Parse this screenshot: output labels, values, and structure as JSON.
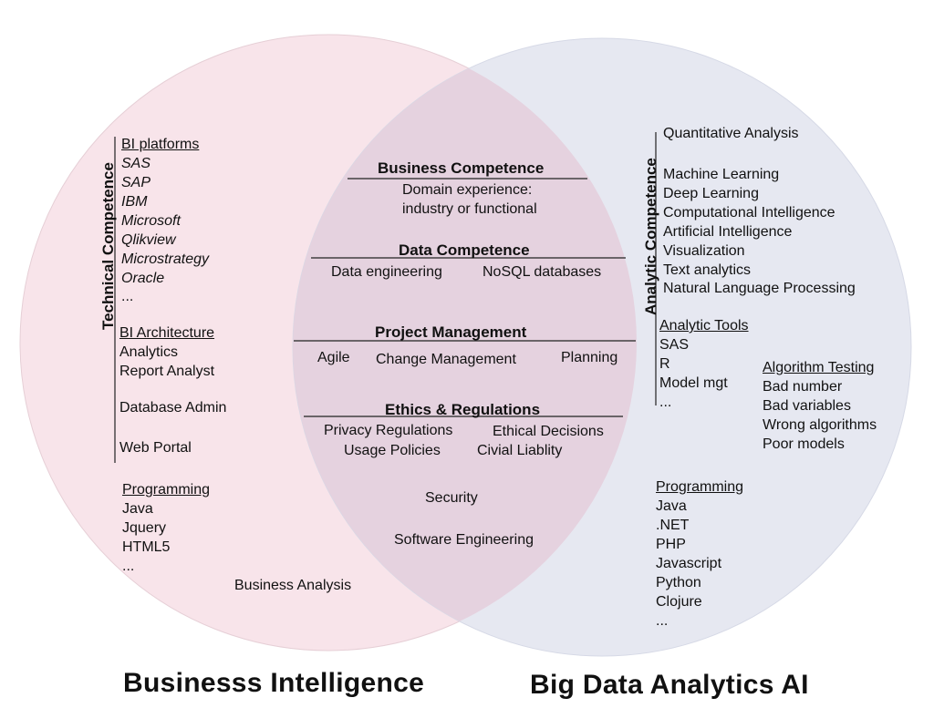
{
  "sets": {
    "left_title": "Businesss Intelligence",
    "right_title": "Big Data Analytics AI",
    "left_color": "#f8e4ea",
    "right_color": "#e6e8f1",
    "overlap_color": "#e5d2df"
  },
  "technical": {
    "title": "Technical Competence",
    "platforms_heading": "BI platforms",
    "platforms": [
      "SAS",
      "SAP",
      "IBM",
      "Microsoft",
      "Qlikview",
      "Microstrategy",
      "Oracle",
      "..."
    ],
    "architecture_heading": "BI Architecture",
    "architecture": [
      "Analytics",
      "Report Analyst"
    ],
    "database_admin": "Database Admin",
    "web_portal": "Web Portal"
  },
  "left_programming": {
    "heading": "Programming",
    "items": [
      "Java",
      "Jquery",
      "HTML5",
      "..."
    ]
  },
  "business_analysis": "Business Analysis",
  "center": {
    "business_competence": "Business Competence",
    "domain_line1": "Domain experience:",
    "domain_line2": "industry or functional",
    "data_competence": "Data Competence",
    "data_engineering": "Data engineering",
    "nosql": "NoSQL databases",
    "project_management": "Project Management",
    "agile": "Agile",
    "change_management": "Change Management",
    "planning": "Planning",
    "ethics": "Ethics & Regulations",
    "privacy": "Privacy Regulations",
    "ethical_decisions": "Ethical Decisions",
    "usage_policies": "Usage Policies",
    "civil_liability": "Civial Liablity",
    "security": "Security",
    "software_engineering": "Software Engineering"
  },
  "analytic": {
    "title": "Analytic Competence",
    "quantitative": "Quantitative Analysis",
    "items": [
      "Machine Learning",
      "Deep Learning",
      "Computational Intelligence",
      "Artificial Intelligence",
      "Visualization",
      "Text analytics",
      "Natural Language Processing"
    ],
    "tools_heading": "Analytic Tools",
    "tools": [
      "SAS",
      "R",
      "Model mgt",
      "..."
    ],
    "testing_heading": "Algorithm Testing",
    "testing": [
      "Bad number",
      "Bad variables",
      "Wrong algorithms",
      "Poor models"
    ]
  },
  "right_programming": {
    "heading": "Programming",
    "items": [
      "Java",
      ".NET",
      "PHP",
      "Javascript",
      "Python",
      "Clojure",
      "..."
    ]
  }
}
